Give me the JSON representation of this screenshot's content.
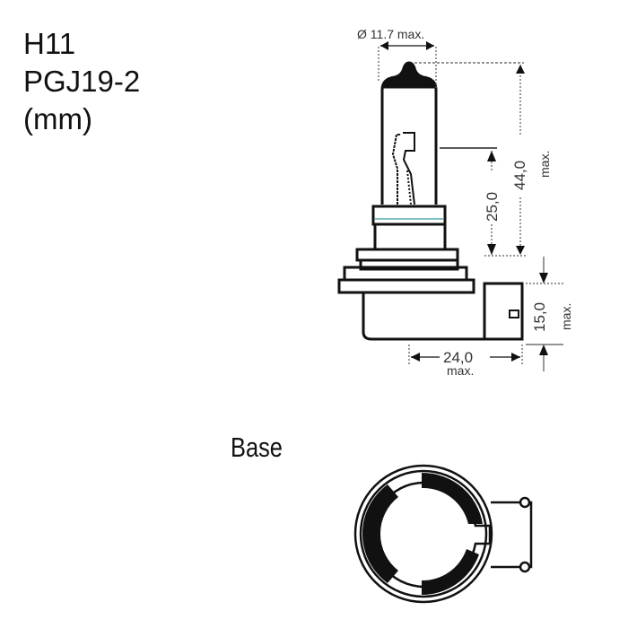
{
  "title": {
    "lines": [
      "H11",
      "PGJ19-2",
      "(mm)"
    ]
  },
  "side_view": {
    "dimensions": {
      "diameter": "Ø 11.7 max.",
      "overall_height_value": "44,0",
      "overall_height_note": "max.",
      "light_center": "25,0",
      "base_height_value": "15,0",
      "base_height_note": "max.",
      "width_value": "24,0",
      "width_note": "max."
    }
  },
  "base_view": {
    "label": "Base"
  },
  "colors": {
    "line": "#111111",
    "dim_line": "#555555",
    "background": "#ffffff"
  }
}
